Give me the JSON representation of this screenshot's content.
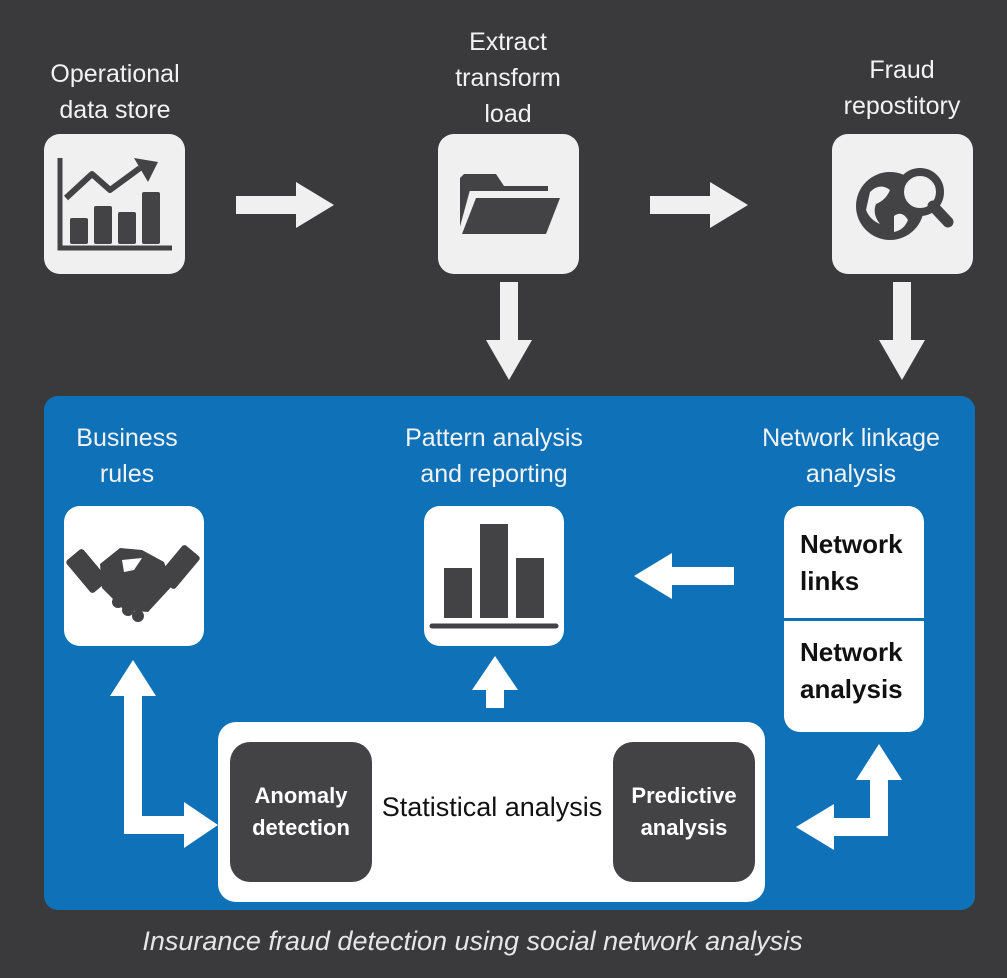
{
  "top": {
    "ods_label": "Operational\ndata store",
    "etl_label": "Extract\ntransform\nload",
    "repo_label": "Fraud\nrepostitory"
  },
  "panel": {
    "business_rules_label": "Business\nrules",
    "pattern_label": "Pattern analysis\nand reporting",
    "linkage_label": "Network linkage\nanalysis",
    "network_links": "Network\nlinks",
    "network_analysis": "Network\nanalysis",
    "anomaly": "Anomaly\ndetection",
    "statistical": "Statistical analysis",
    "predictive": "Predictive\nanalysis"
  },
  "caption": "Insurance fraud detection using social network analysis",
  "colors": {
    "background": "#3a3a3c",
    "panel": "#0f72b8",
    "tile": "#f0f0f0",
    "icon": "#434345"
  }
}
